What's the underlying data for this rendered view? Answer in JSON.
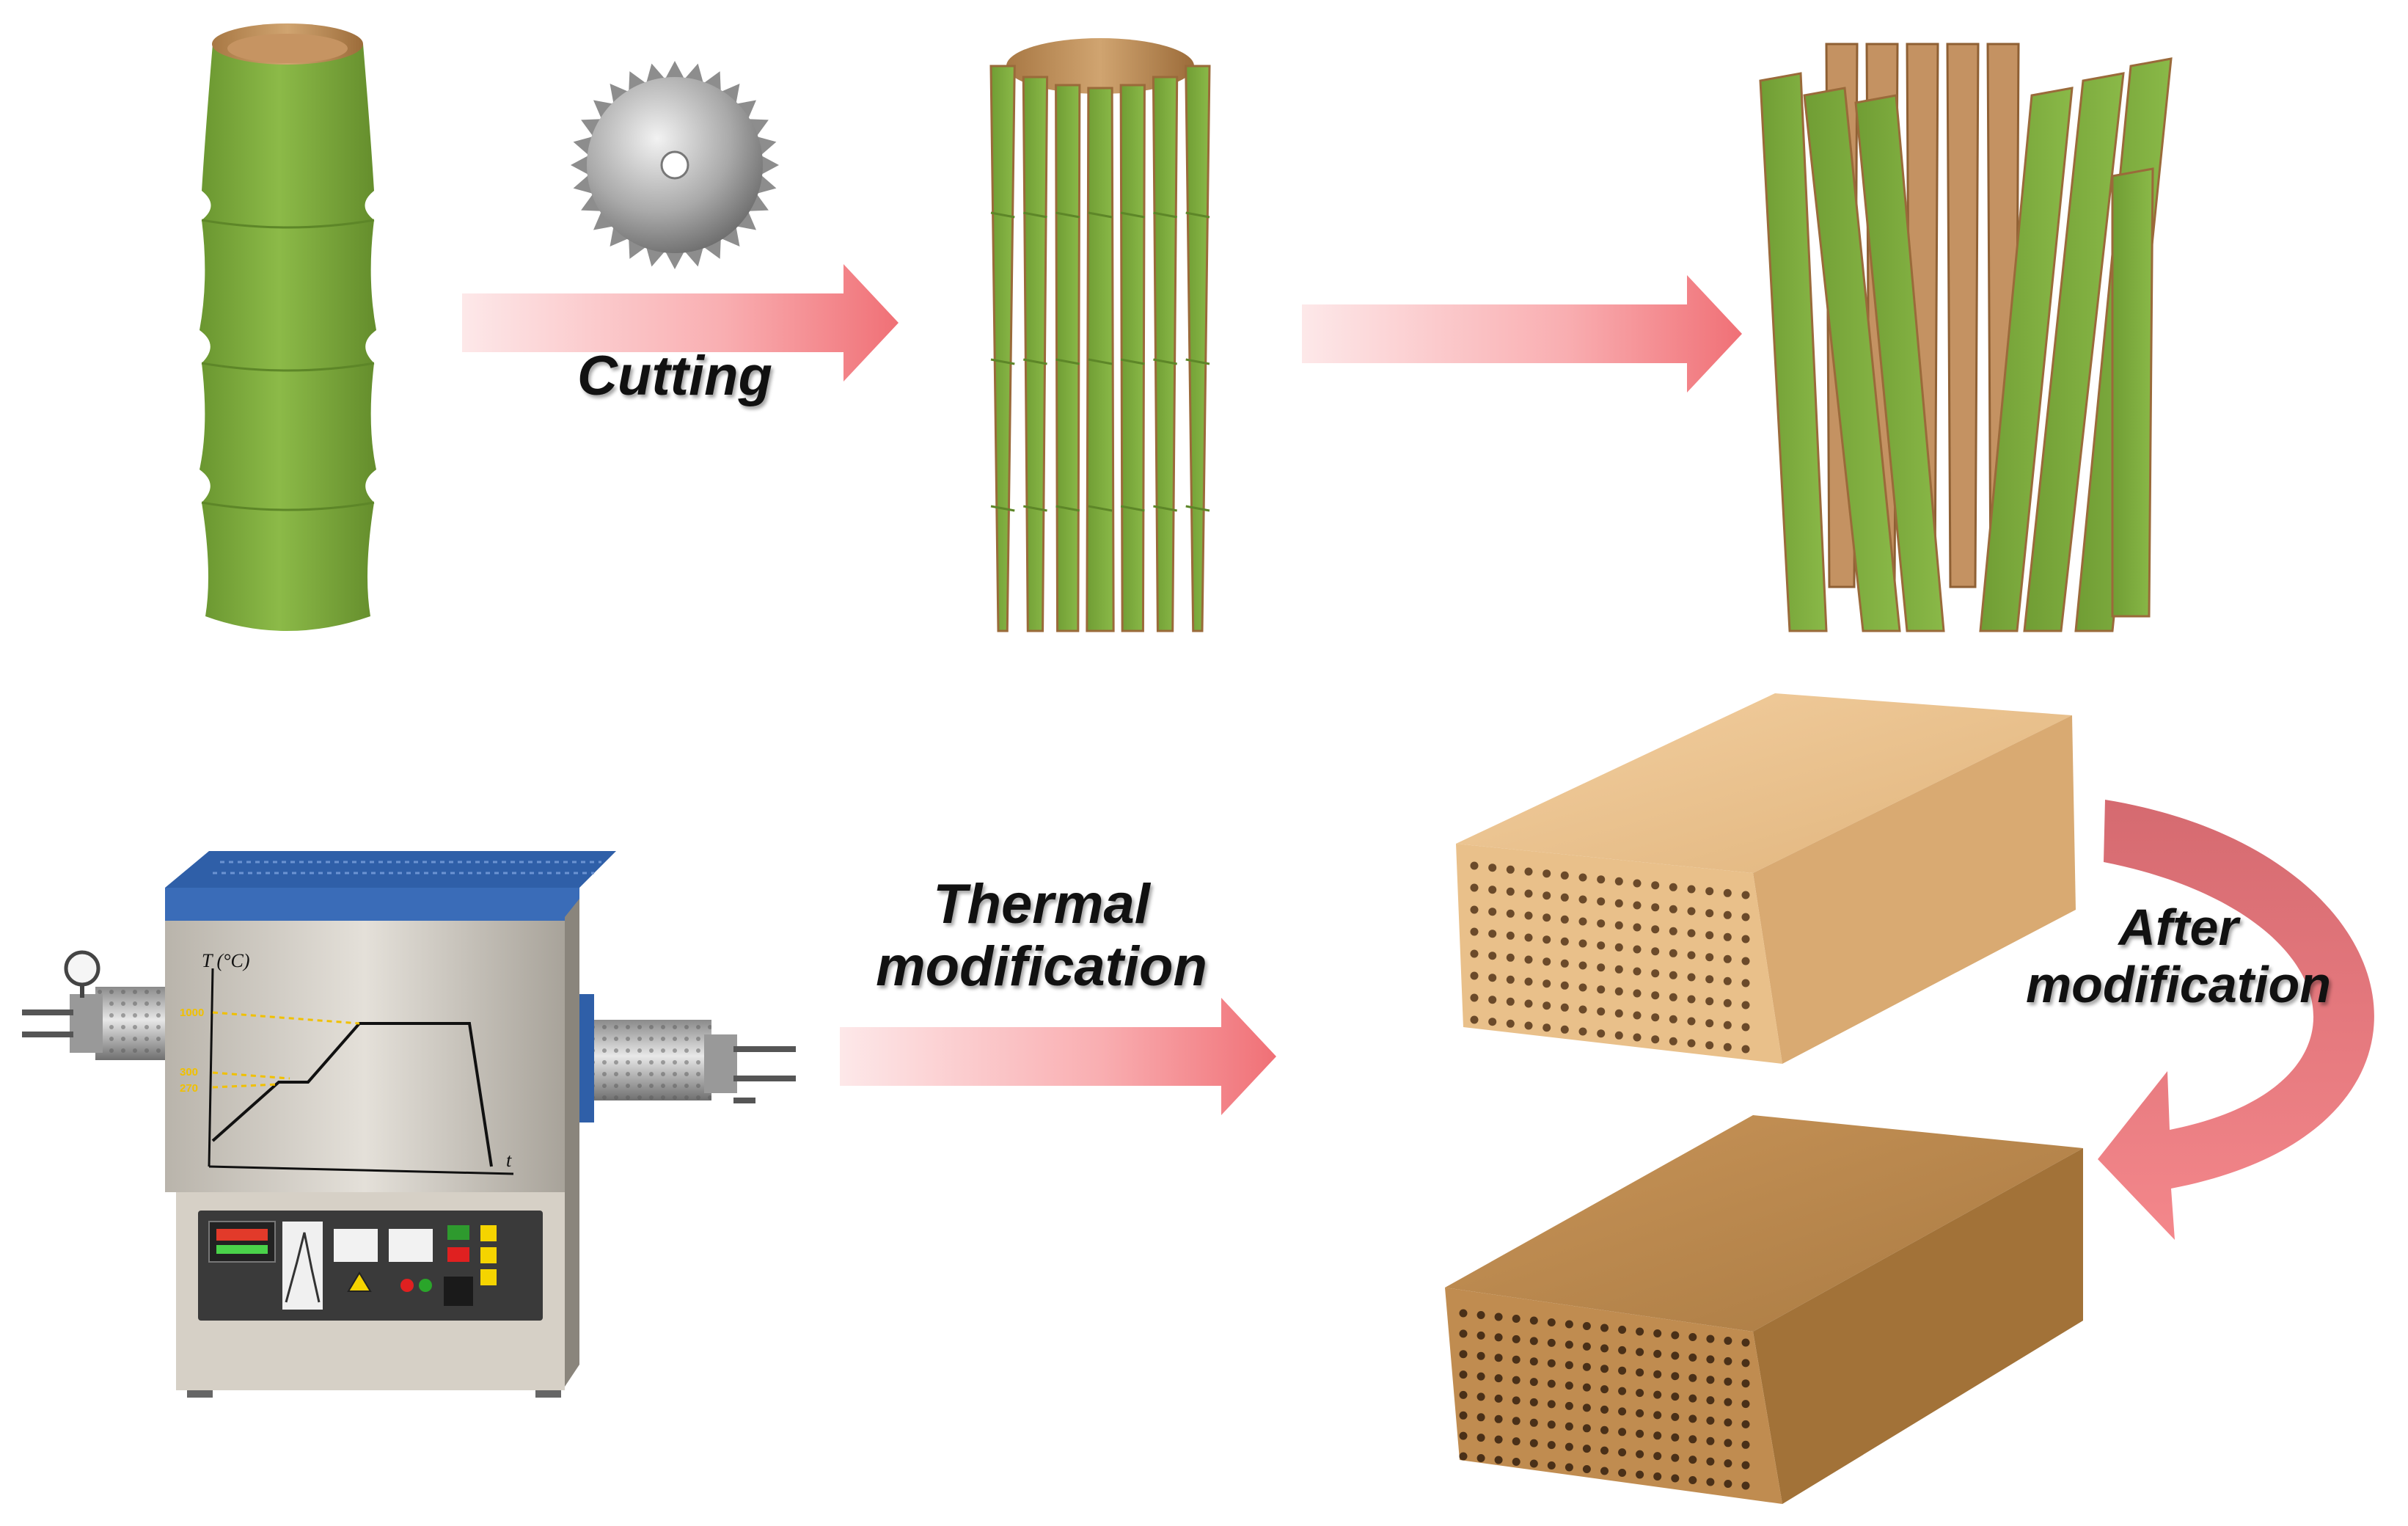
{
  "labels": {
    "cutting": "Cutting",
    "thermal_line1": "Thermal",
    "thermal_line2": "modification",
    "after_line1": "After",
    "after_line2": "modification"
  },
  "furnace_graph": {
    "y_axis_label": "T (°C)",
    "x_axis_label": "t",
    "tick_high": "1000",
    "tick_mid": "300",
    "tick_low": "270"
  },
  "colors": {
    "bamboo_green": "#7eab3c",
    "bamboo_inner": "#b98a55",
    "arrow_pink": "#f07a80",
    "block_light": "#e8bd86",
    "block_dark": "#c08c50",
    "furnace_blue": "#2f5fa8"
  }
}
